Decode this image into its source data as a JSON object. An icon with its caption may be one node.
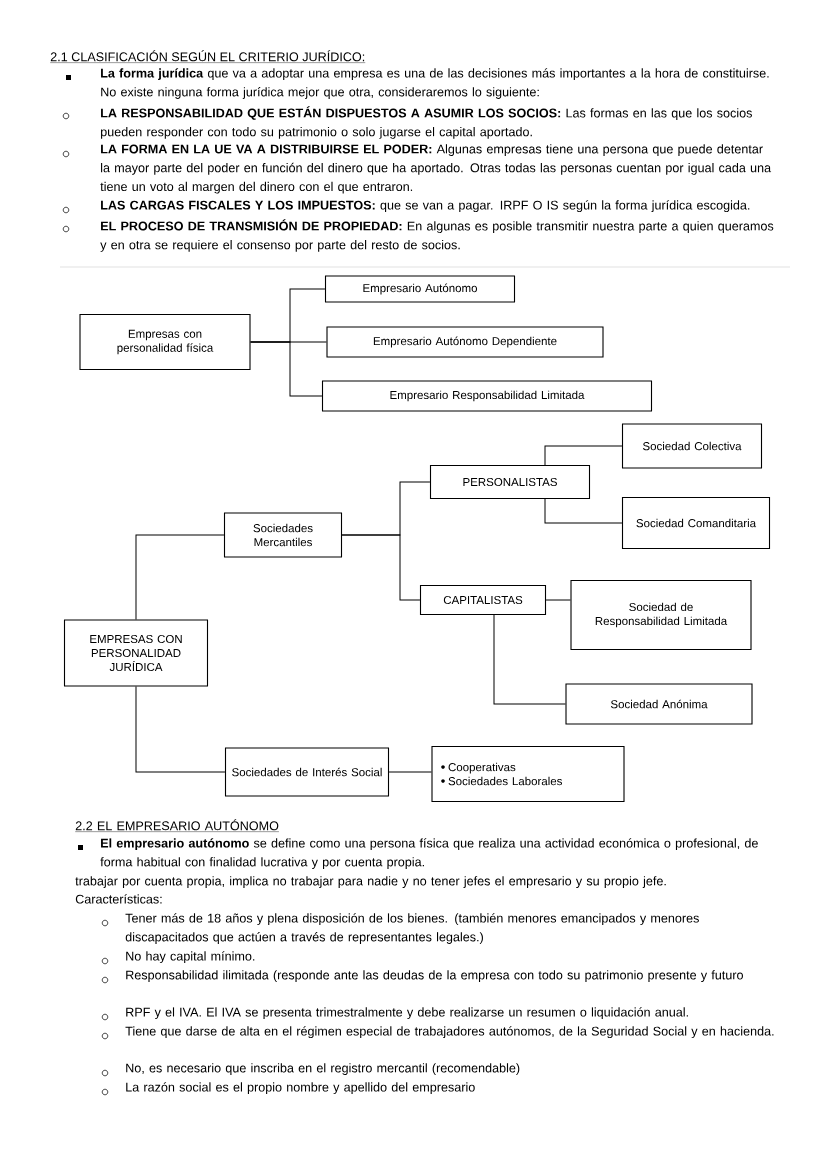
{
  "diagram": {
    "title": "2.1 CLASIFICACIÓN SEGÚN EL CRITERIO JURÍDICO:",
    "nodes": [
      {
        "text": [
          "Empresas con personalidad física"
        ]
      },
      {
        "text": [
          "Empresario Autónomo"
        ]
      },
      {
        "text": [
          "Empresario Autónomo Dependiente"
        ]
      },
      {
        "text": [
          "Empresario Responsabilidad Limitada"
        ]
      },
      {
        "text": [
          "EMPRESAS CON PERSONALIDAD JURÍDICA"
        ]
      },
      {
        "text": [
          "Sociedades Mercantiles"
        ]
      },
      {
        "text": [
          "PERSONALISTAS"
        ]
      },
      {
        "text": [
          "Sociedad Colectiva"
        ]
      },
      {
        "text": [
          "Sociedad Comanditaria"
        ]
      },
      {
        "text": [
          "CAPITALISTAS"
        ]
      },
      {
        "text": [
          "Sociedad de Responsabilidad Limitada"
        ]
      },
      {
        "text": [
          "Sociedad Anónima"
        ]
      },
      {
        "text": [
          "Sociedades de Interés Social"
        ]
      },
      {
        "text": [
          "Cooperativas",
          "Sociedades Laborales"
        ]
      }
    ],
    "edges": [
      {
        "from": 0,
        "to": 1,
        "arrow": "none"
      },
      {
        "from": 0,
        "to": 2,
        "arrow": "none"
      },
      {
        "from": 0,
        "to": 3,
        "arrow": "none"
      },
      {
        "from": 4,
        "to": 5,
        "arrow": "none"
      },
      {
        "from": 5,
        "to": 6,
        "arrow": "none"
      },
      {
        "from": 6,
        "to": 7,
        "arrow": "none"
      },
      {
        "from": 6,
        "to": 8,
        "arrow": "none"
      },
      {
        "from": 5,
        "to": 9,
        "arrow": "none"
      },
      {
        "from": 9,
        "to": 10,
        "arrow": "none"
      },
      {
        "from": 9,
        "to": 11,
        "arrow": "none"
      },
      {
        "from": 4,
        "to": 12,
        "arrow": "none"
      },
      {
        "from": 12,
        "to": 13,
        "arrow": "none"
      }
    ],
    "labels": [
      "**La forma jurídica** que va a adoptar una empresa es una de las decisiones más importantes a la hora de constituirse. No existe ninguna forma jurídica mejor que otra, consideraremos lo siguiente:",
      "**LA RESPONSABILIDAD QUE ESTÁN DISPUESTOS A ASUMIR LOS SOCIOS:** Las formas en las que los socios pueden responder con todo su patrimonio o solo jugarse el capital aportado.",
      "**LA FORMA EN LA UE VA A DISTRIBUIRSE EL PODER:** Algunas empresas tiene una persona que puede detentar la mayor parte del poder en función del dinero que ha aportado. Otras todas las personas cuentan por igual cada una tiene un voto al margen del dinero con el que entraron.",
      "**LAS CARGAS FISCALES Y LOS IMPUESTOS:** que se van a pagar. IRPF O IS según la forma jurídica escogida.",
      "**EL PROCESO DE TRANSMISIÓN DE PROPIEDAD:** En algunas es posible transmitir nuestra parte a quien queramos y en otra se requiere el consenso por parte del resto de socios.",
      "2.2 EL EMPRESARIO AUTÓNOMO",
      "**El empresario autónomo** se define como una persona física que realiza una actividad económica o profesional, de forma habitual con finalidad lucrativa y por cuenta propia.",
      "trabajar por cuenta propia, implica no trabajar para nadie y no tener jefes el empresario y su propio jefe.",
      "Características:",
      "Tener más de 18 años y plena disposición de los bienes. (también menores emancipados y menores discapacitados que actúen a través de representantes legales.)",
      "No hay capital mínimo.",
      "Responsabilidad ilimitada (responde ante las deudas de la empresa con todo su patrimonio presente y futuro",
      "RPF y el IVA. El IVA se presenta trimestralmente y debe realizarse un resumen o liquidación anual.",
      "Tiene que darse de alta en el régimen especial de trabajadores autónomos, de la Seguridad Social y en hacienda.",
      "No, es necesario que inscriba en el registro mercantil (recomendable)",
      "La razón social es el propio nombre y apellido del empresario"
    ]
  }
}
